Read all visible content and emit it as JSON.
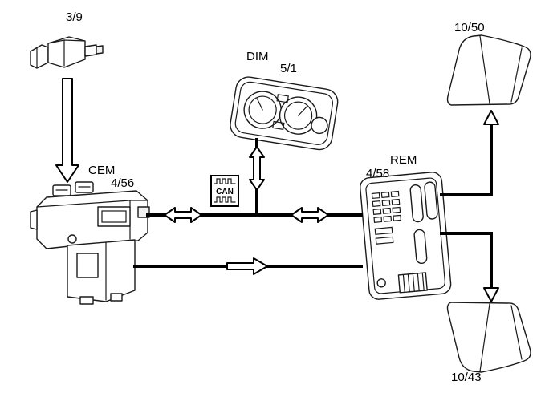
{
  "diagram": {
    "components": {
      "brake_switch": {
        "id": "3/9"
      },
      "dim": {
        "name": "DIM",
        "id": "5/1"
      },
      "cem": {
        "name": "CEM",
        "id": "4/56"
      },
      "rem": {
        "name": "REM",
        "id": "4/58"
      },
      "tail_lamp_top": {
        "id": "10/50"
      },
      "tail_lamp_bottom": {
        "id": "10/43"
      }
    },
    "bus": {
      "can_label": "CAN"
    }
  }
}
